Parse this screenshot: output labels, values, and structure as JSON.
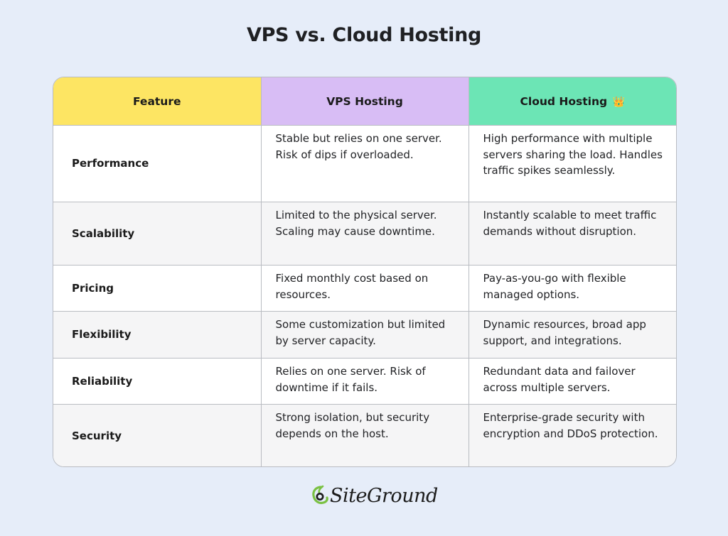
{
  "title": "VPS vs. Cloud Hosting",
  "colors": {
    "background": "#e6edf9",
    "feature_header": "#fde563",
    "vps_header": "#d8bdf5",
    "cloud_header": "#6ce5b5",
    "alt_row": "#f5f5f6",
    "logo_green": "#7ac143"
  },
  "table": {
    "headers": {
      "feature": "Feature",
      "vps": "VPS Hosting",
      "cloud": "Cloud Hosting",
      "cloud_icon": "👑"
    },
    "rows": [
      {
        "feature": "Performance",
        "vps": "Stable but relies on one server. Risk of dips if overloaded.",
        "cloud": "High performance with multiple servers sharing the load. Handles traffic spikes seamlessly."
      },
      {
        "feature": "Scalability",
        "vps": "Limited to the physical server. Scaling may cause downtime.",
        "cloud": "Instantly scalable to meet traffic demands without disruption."
      },
      {
        "feature": "Pricing",
        "vps": "Fixed monthly cost based on resources.",
        "cloud": "Pay-as-you-go with flexible managed options."
      },
      {
        "feature": "Flexibility",
        "vps": "Some customization but limited by server capacity.",
        "cloud": "Dynamic resources, broad app support, and integrations."
      },
      {
        "feature": "Reliability",
        "vps": "Relies on one server. Risk of downtime if it fails.",
        "cloud": "Redundant data and failover across multiple servers."
      },
      {
        "feature": "Security",
        "vps": "Strong isolation, but security depends on the host.",
        "cloud": "Enterprise-grade security with encryption and DDoS protection."
      }
    ]
  },
  "footer": {
    "logo_text": "SiteGround",
    "logo_icon": "siteground-swirl-icon"
  }
}
